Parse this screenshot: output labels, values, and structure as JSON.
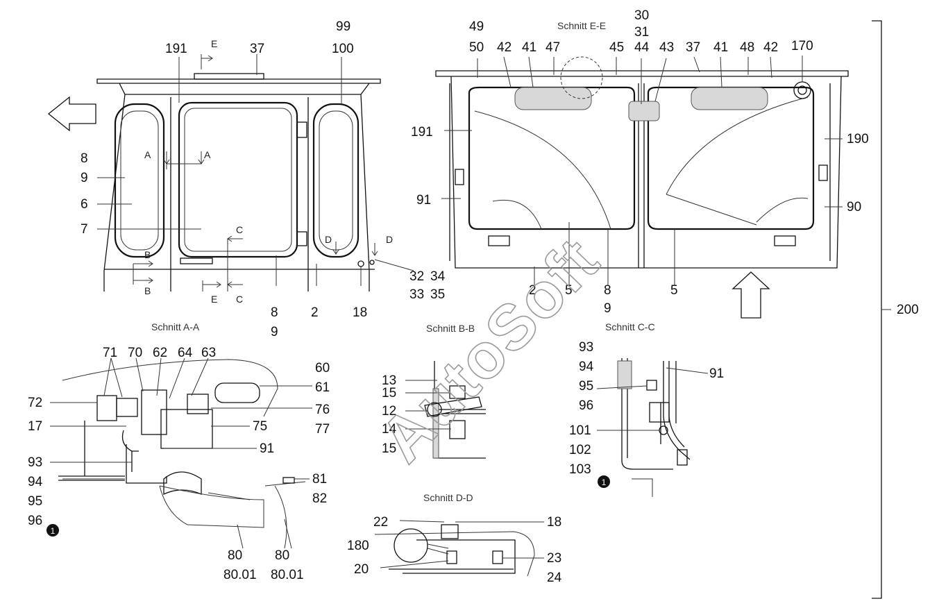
{
  "sections": {
    "ee": "Schnitt E-E",
    "aa": "Schnitt A-A",
    "bb": "Schnitt B-B",
    "cc": "Schnitt C-C",
    "dd": "Schnitt D-D"
  },
  "watermark": "AutoSoft",
  "cut_markers": {
    "e1": "E",
    "e2": "E",
    "a1": "A",
    "a2": "A",
    "b1": "B",
    "b2": "B",
    "c1": "C",
    "c2": "C",
    "d1": "D",
    "d2": "D"
  },
  "left_view": {
    "l191": "191",
    "l37": "37",
    "l99": "99",
    "l100": "100",
    "l8": "8",
    "l9": "9",
    "l6": "6",
    "l7": "7",
    "l8b": "8",
    "l9b": "9",
    "l2": "2",
    "l18": "18",
    "l32": "32",
    "l33": "33",
    "l34": "34",
    "l35": "35"
  },
  "right_view": {
    "l49": "49",
    "l50": "50",
    "l42a": "42",
    "l41a": "41",
    "l47": "47",
    "l30": "30",
    "l31": "31",
    "l45": "45",
    "l44": "44",
    "l43": "43",
    "l37": "37",
    "l41b": "41",
    "l48": "48",
    "l42b": "42",
    "l170": "170",
    "l191": "191",
    "l91": "91",
    "l190": "190",
    "l90": "90",
    "l2": "2",
    "l5a": "5",
    "l8": "8",
    "l9": "9",
    "l5b": "5",
    "l200": "200"
  },
  "section_aa": {
    "l71": "71",
    "l70": "70",
    "l62": "62",
    "l64": "64",
    "l63": "63",
    "l60": "60",
    "l61": "61",
    "l76": "76",
    "l77": "77",
    "l75": "75",
    "l72": "72",
    "l17": "17",
    "l91": "91",
    "l93": "93",
    "l94": "94",
    "l95": "95",
    "l96": "96",
    "l81": "81",
    "l82": "82",
    "l80a": "80",
    "l8001a": "80.01",
    "l80b": "80",
    "l8001b": "80.01"
  },
  "section_bb": {
    "l13": "13",
    "l15a": "15",
    "l12": "12",
    "l14": "14",
    "l15b": "15"
  },
  "section_cc": {
    "l93": "93",
    "l94": "94",
    "l95": "95",
    "l96": "96",
    "l91": "91",
    "l101": "101",
    "l102": "102",
    "l103": "103"
  },
  "section_dd": {
    "l22": "22",
    "l18": "18",
    "l180": "180",
    "l20": "20",
    "l23": "23",
    "l24": "24"
  },
  "notes": {
    "marker_aa": "1",
    "marker_cc": "1"
  }
}
